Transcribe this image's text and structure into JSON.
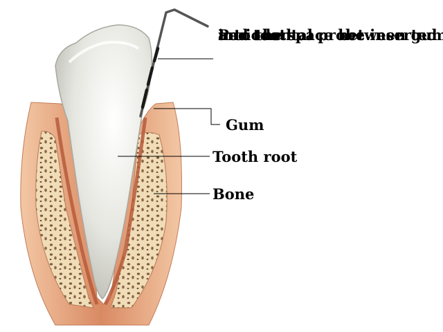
{
  "labels": {
    "probe": {
      "line1": "Periodontal probe inserted",
      "line2": "into the space between gum",
      "line3": "and tooth"
    },
    "gum": "Gum",
    "tooth_root": "Tooth root",
    "bone": "Bone"
  },
  "colors": {
    "gum": "#d98a63",
    "gum_dark": "#b85a3a",
    "bone": "#f0d9b5",
    "enamel": "#eeeeea",
    "probe": "#444444"
  }
}
